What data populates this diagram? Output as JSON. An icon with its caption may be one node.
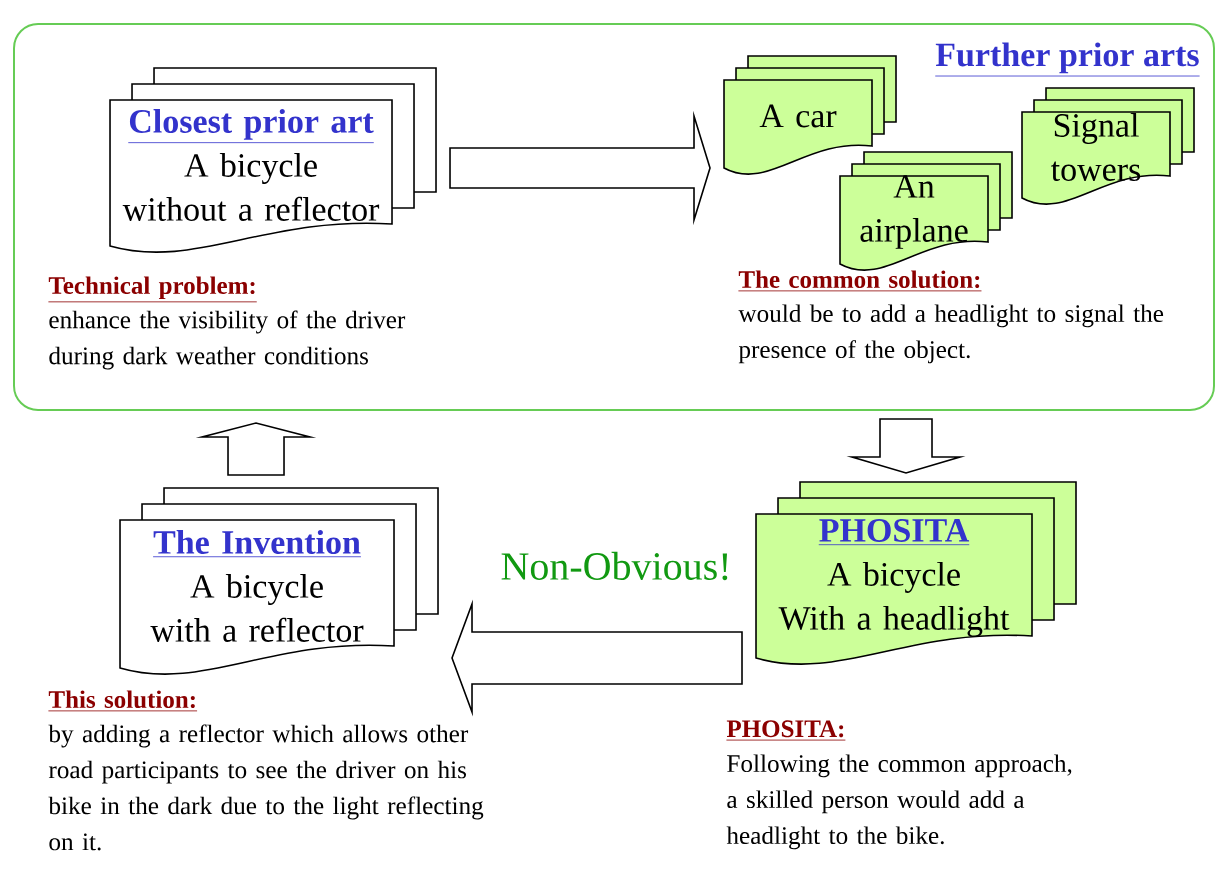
{
  "diagram": {
    "nodes": [
      {
        "text": [],
        "shape": "box"
      },
      {
        "text": [
          "Closest prior art",
          "A bicycle without a reflector"
        ],
        "in": 0
      },
      {
        "text": [
          "A car"
        ],
        "in": 0
      },
      {
        "text": [
          "An airplane"
        ],
        "in": 0
      },
      {
        "text": [
          "Signal towers"
        ],
        "in": 0
      },
      {
        "text": [
          "PHOSITA",
          "A bicycle With a headlight"
        ]
      },
      {
        "text": [
          "The Invention",
          "A bicycle with a reflector"
        ]
      }
    ],
    "edges": [
      {
        "from": 1,
        "to": 2,
        "arrow": "to"
      },
      {
        "from": 0,
        "to": 5,
        "arrow": "to"
      },
      {
        "from": 5,
        "to": 6,
        "arrow": "to"
      },
      {
        "from": 6,
        "to": 0,
        "arrow": "to"
      }
    ],
    "labels": [
      "Further prior arts",
      "Technical problem:",
      "enhance the visibility of the driver during dark weather conditions",
      "The common solution:",
      "would be to add a headlight to signal the presence of the object.",
      "Non-Obvious!",
      "This solution:",
      "by adding a reflector which allows other road participants to see the driver on his bike in the dark due to the light reflecting on it.",
      "PHOSITA:",
      "Following the common approach, a skilled person would add a headlight to the bike."
    ]
  }
}
